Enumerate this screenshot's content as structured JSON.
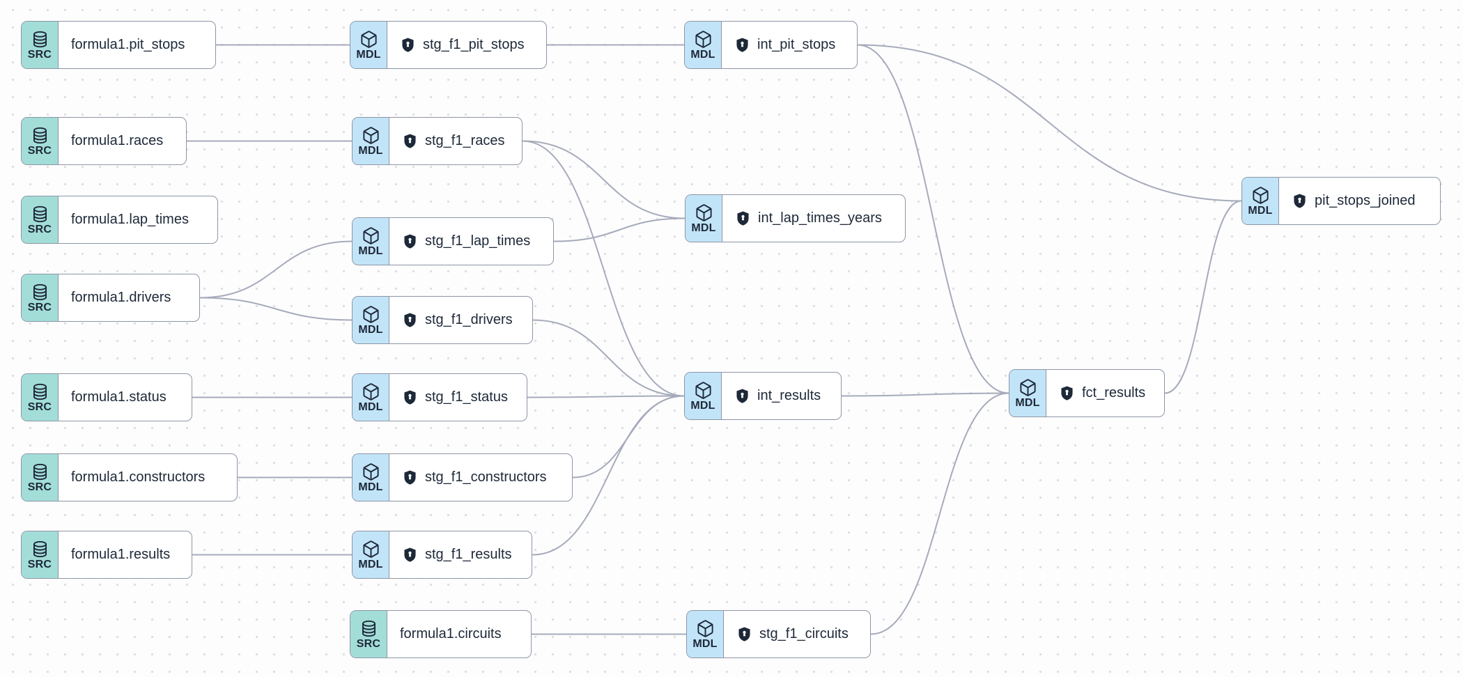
{
  "graph": {
    "nodes": [
      {
        "id": "formula1_pit_stops",
        "type": "source",
        "badge": "SRC",
        "label": "formula1.pit_stops",
        "icon": "database-icon"
      },
      {
        "id": "stg_f1_pit_stops",
        "type": "model",
        "badge": "MDL",
        "label": "stg_f1_pit_stops",
        "icon": "cube-icon"
      },
      {
        "id": "int_pit_stops",
        "type": "model",
        "badge": "MDL",
        "label": "int_pit_stops",
        "icon": "cube-icon"
      },
      {
        "id": "formula1_races",
        "type": "source",
        "badge": "SRC",
        "label": "formula1.races",
        "icon": "database-icon"
      },
      {
        "id": "stg_f1_races",
        "type": "model",
        "badge": "MDL",
        "label": "stg_f1_races",
        "icon": "cube-icon"
      },
      {
        "id": "formula1_lap_times",
        "type": "source",
        "badge": "SRC",
        "label": "formula1.lap_times",
        "icon": "database-icon"
      },
      {
        "id": "stg_f1_lap_times",
        "type": "model",
        "badge": "MDL",
        "label": "stg_f1_lap_times",
        "icon": "cube-icon"
      },
      {
        "id": "int_lap_times_years",
        "type": "model",
        "badge": "MDL",
        "label": "int_lap_times_years",
        "icon": "cube-icon"
      },
      {
        "id": "formula1_drivers",
        "type": "source",
        "badge": "SRC",
        "label": "formula1.drivers",
        "icon": "database-icon"
      },
      {
        "id": "stg_f1_drivers",
        "type": "model",
        "badge": "MDL",
        "label": "stg_f1_drivers",
        "icon": "cube-icon"
      },
      {
        "id": "formula1_status",
        "type": "source",
        "badge": "SRC",
        "label": "formula1.status",
        "icon": "database-icon"
      },
      {
        "id": "stg_f1_status",
        "type": "model",
        "badge": "MDL",
        "label": "stg_f1_status",
        "icon": "cube-icon"
      },
      {
        "id": "int_results",
        "type": "model",
        "badge": "MDL",
        "label": "int_results",
        "icon": "cube-icon"
      },
      {
        "id": "formula1_constructors",
        "type": "source",
        "badge": "SRC",
        "label": "formula1.constructors",
        "icon": "database-icon"
      },
      {
        "id": "stg_f1_constructors",
        "type": "model",
        "badge": "MDL",
        "label": "stg_f1_constructors",
        "icon": "cube-icon"
      },
      {
        "id": "formula1_results",
        "type": "source",
        "badge": "SRC",
        "label": "formula1.results",
        "icon": "database-icon"
      },
      {
        "id": "stg_f1_results",
        "type": "model",
        "badge": "MDL",
        "label": "stg_f1_results",
        "icon": "cube-icon"
      },
      {
        "id": "formula1_circuits",
        "type": "source",
        "badge": "SRC",
        "label": "formula1.circuits",
        "icon": "database-icon"
      },
      {
        "id": "stg_f1_circuits",
        "type": "model",
        "badge": "MDL",
        "label": "stg_f1_circuits",
        "icon": "cube-icon"
      },
      {
        "id": "fct_results",
        "type": "model",
        "badge": "MDL",
        "label": "fct_results",
        "icon": "cube-icon"
      },
      {
        "id": "pit_stops_joined",
        "type": "model",
        "badge": "MDL",
        "label": "pit_stops_joined",
        "icon": "cube-icon"
      }
    ],
    "edges": [
      [
        "formula1_pit_stops",
        "stg_f1_pit_stops"
      ],
      [
        "stg_f1_pit_stops",
        "int_pit_stops"
      ],
      [
        "int_pit_stops",
        "pit_stops_joined"
      ],
      [
        "int_pit_stops",
        "fct_results"
      ],
      [
        "formula1_races",
        "stg_f1_races"
      ],
      [
        "stg_f1_races",
        "int_lap_times_years"
      ],
      [
        "stg_f1_races",
        "int_results"
      ],
      [
        "stg_f1_lap_times",
        "int_lap_times_years"
      ],
      [
        "formula1_drivers",
        "stg_f1_lap_times"
      ],
      [
        "formula1_drivers",
        "stg_f1_drivers"
      ],
      [
        "stg_f1_drivers",
        "int_results"
      ],
      [
        "formula1_status",
        "stg_f1_status"
      ],
      [
        "stg_f1_status",
        "int_results"
      ],
      [
        "formula1_constructors",
        "stg_f1_constructors"
      ],
      [
        "stg_f1_constructors",
        "int_results"
      ],
      [
        "formula1_results",
        "stg_f1_results"
      ],
      [
        "stg_f1_results",
        "int_results"
      ],
      [
        "int_results",
        "fct_results"
      ],
      [
        "formula1_circuits",
        "stg_f1_circuits"
      ],
      [
        "stg_f1_circuits",
        "fct_results"
      ],
      [
        "fct_results",
        "pit_stops_joined"
      ]
    ]
  },
  "colors": {
    "background": "#fdfdfd",
    "dot": "#dcdee4",
    "node_background": "#ffffff",
    "node_border": "#8d95a6",
    "source_badge": "#a3ddd8",
    "model_badge": "#c2e4f8",
    "text": "#1d2838",
    "edge": "#a6abbb"
  }
}
